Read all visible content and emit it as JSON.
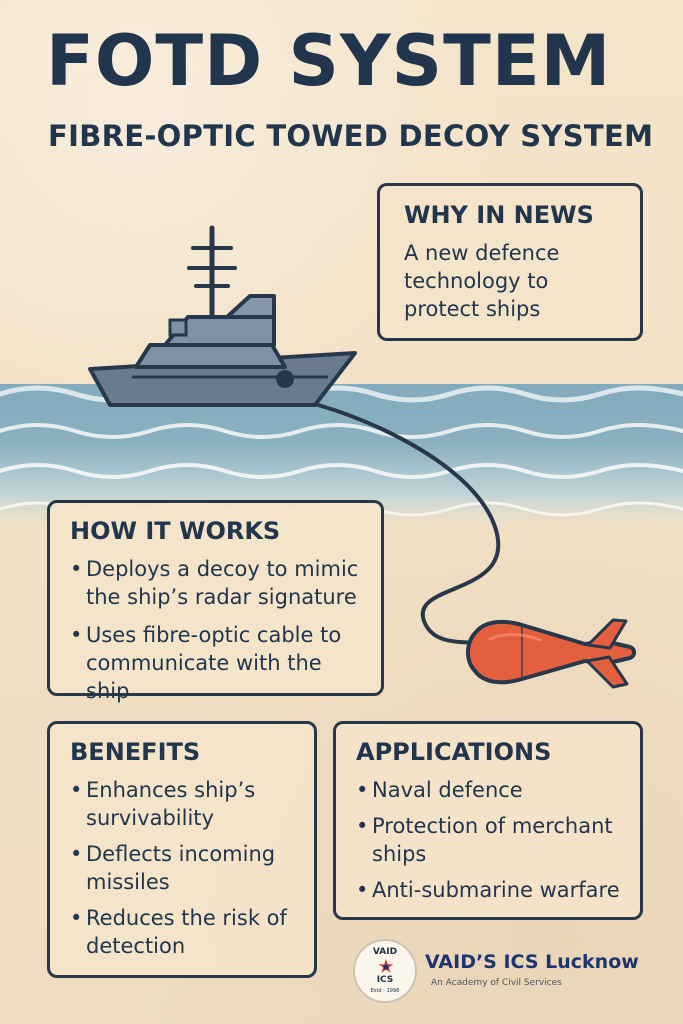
{
  "header": {
    "title": "FOTD SYSTEM",
    "subtitle": "FIBRE-OPTIC TOWED DECOY SYSTEM"
  },
  "why_in_news": {
    "heading": "WHY IN NEWS",
    "text": "A new defence technology to protect ships"
  },
  "how_it_works": {
    "heading": "HOW IT WORKS",
    "items": [
      "Deploys a decoy to mimic the ship’s radar signature",
      "Uses fibre-optic cable to communicate with the ship"
    ]
  },
  "benefits": {
    "heading": "BENEFITS",
    "items": [
      "Enhances ship’s survivability",
      "Deflects incoming missiles",
      "Reduces the risk of detection"
    ]
  },
  "applications": {
    "heading": "APPLICATIONS",
    "items": [
      "Naval defence",
      "Protection of merchant ships",
      "Anti-submarine warfare"
    ]
  },
  "brand": {
    "seal_top": "VAID",
    "seal_bottom": "ICS",
    "seal_small": "Estd - 1998",
    "name": "VAID’S ICS Lucknow",
    "tagline": "An Academy of Civil Services"
  },
  "colors": {
    "background": "#f3e2c7",
    "text": "#21364d",
    "ship": "#6f8297",
    "sea": "#84aec0",
    "decoy": "#e35e3d"
  },
  "icons": {
    "ship": "ship-icon",
    "decoy": "decoy-icon",
    "cable": "cable-icon",
    "seal": "academy-seal-icon"
  }
}
